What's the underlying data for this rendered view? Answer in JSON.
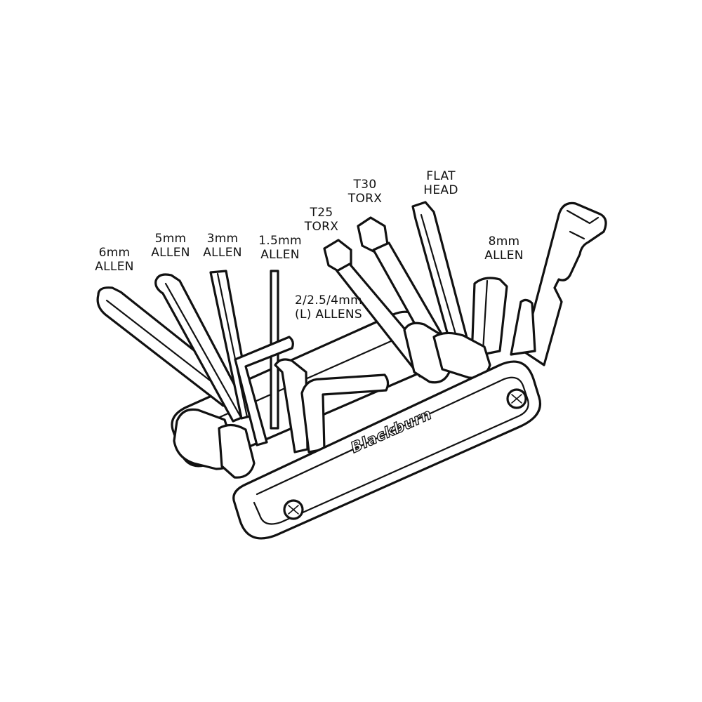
{
  "diagram": {
    "brand": "Blackburn",
    "labels": [
      {
        "id": "6mm-allen",
        "lines": [
          "6mm",
          "ALLEN"
        ]
      },
      {
        "id": "5mm-allen",
        "lines": [
          "5mm",
          "ALLEN"
        ]
      },
      {
        "id": "3mm-allen",
        "lines": [
          "3mm",
          "ALLEN"
        ]
      },
      {
        "id": "1-5mm-allen",
        "lines": [
          "1.5mm",
          "ALLEN"
        ]
      },
      {
        "id": "l-allens",
        "lines": [
          "2/2.5/4mm",
          "(L) ALLENS"
        ]
      },
      {
        "id": "t25-torx",
        "lines": [
          "T25",
          "TORX"
        ]
      },
      {
        "id": "t30-torx",
        "lines": [
          "T30",
          "TORX"
        ]
      },
      {
        "id": "flat-head",
        "lines": [
          "FLAT",
          "HEAD"
        ]
      },
      {
        "id": "8mm-allen",
        "lines": [
          "8mm",
          "ALLEN"
        ]
      }
    ]
  }
}
